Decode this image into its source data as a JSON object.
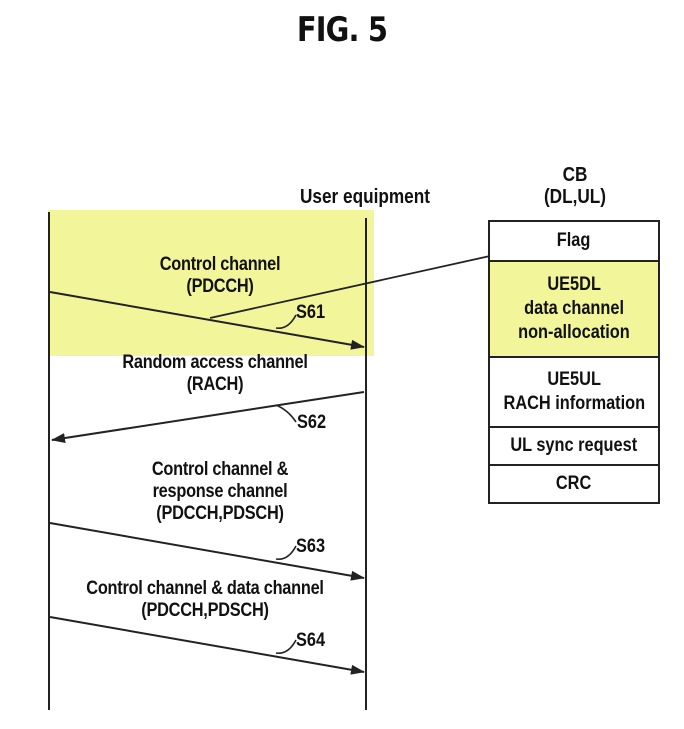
{
  "figure": {
    "title": "FIG. 5"
  },
  "user_equipment_label": "User equipment",
  "messages": [
    {
      "label_line1": "Control channel",
      "label_line2": "(PDCCH)",
      "label_line3": "",
      "step": "S61"
    },
    {
      "label_line1": "Random access channel",
      "label_line2": "(RACH)",
      "label_line3": "",
      "step": "S62"
    },
    {
      "label_line1": "Control channel &",
      "label_line2": "response channel",
      "label_line3": "(PDCCH,PDSCH)",
      "step": "S63"
    },
    {
      "label_line1": "Control channel & data channel",
      "label_line2": "(PDCCH,PDSCH)",
      "label_line3": "",
      "step": "S64"
    }
  ],
  "cb": {
    "title_line1": "CB",
    "title_line2": "(DL,UL)",
    "fields": [
      {
        "line1": "Flag",
        "line2": "",
        "line3": ""
      },
      {
        "line1": "UE5DL",
        "line2": "data channel",
        "line3": "non-allocation"
      },
      {
        "line1": "UE5UL",
        "line2": "RACH information",
        "line3": ""
      },
      {
        "line1": "UL sync request",
        "line2": "",
        "line3": ""
      },
      {
        "line1": "CRC",
        "line2": "",
        "line3": ""
      }
    ]
  },
  "colors": {
    "highlight": "#f2f59a",
    "line": "#222222"
  }
}
